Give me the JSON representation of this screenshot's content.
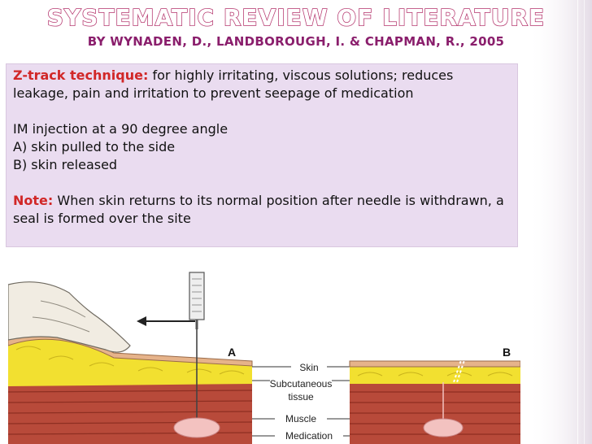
{
  "slide": {
    "title": "SYSTEMATIC REVIEW OF LITERATURE",
    "subtitle": "BY WYNADEN, D., LANDBOROUGH, I. & CHAPMAN, R., 2005"
  },
  "content": {
    "ztrack_label": "Z-track technique:",
    "ztrack_text": "for highly irritating, viscous solutions; reduces leakage, pain and irritation to prevent seepage of medication",
    "im_line": "IM injection at a 90 degree angle",
    "step_a": "A)  skin pulled to the side",
    "step_b": "B)  skin released",
    "note_label": "Note:",
    "note_text": "When skin returns to its normal position after needle is withdrawn, a seal is formed over the site"
  },
  "illustration": {
    "label_a": "A",
    "label_b": "B",
    "layer_skin": "Skin",
    "layer_subcutaneous_1": "Subcutaneous",
    "layer_subcutaneous_2": "tissue",
    "layer_muscle": "Muscle",
    "layer_medication": "Medication"
  },
  "colors": {
    "title_outline": "#b5376e",
    "subtitle": "#8a1e6c",
    "highlight": "#d12727",
    "textbox_bg": "#eadcf0",
    "fat": "#f2e030",
    "muscle": "#b84a3a",
    "skin": "#e6b38a"
  }
}
